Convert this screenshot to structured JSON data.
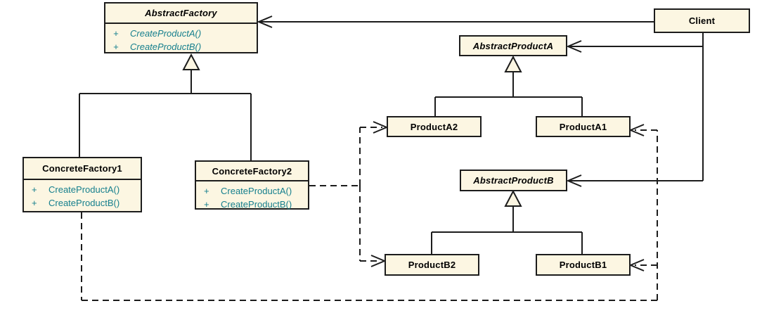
{
  "diagram": {
    "kind": "uml-class-diagram",
    "pattern": "Abstract Factory"
  },
  "colors": {
    "background": "#ffffff",
    "box_fill": "#fcf6e2",
    "box_border": "#1c1c1c",
    "title_text": "#000000",
    "method_text": "#157f8d",
    "line": "#1c1c1c"
  },
  "classes": [
    {
      "name": "AbstractFactory",
      "stereotype": "abstract",
      "methods": [
        {
          "visibility": "+",
          "signature": "CreateProductA()"
        },
        {
          "visibility": "+",
          "signature": "CreateProductB()"
        }
      ]
    },
    {
      "name": "ConcreteFactory1",
      "stereotype": "concrete",
      "methods": [
        {
          "visibility": "+",
          "signature": "CreateProductA()"
        },
        {
          "visibility": "+",
          "signature": "CreateProductB()"
        }
      ]
    },
    {
      "name": "ConcreteFactory2",
      "stereotype": "concrete",
      "methods": [
        {
          "visibility": "+",
          "signature": "CreateProductA()"
        },
        {
          "visibility": "+",
          "signature": "CreateProductB()"
        }
      ]
    },
    {
      "name": "AbstractProductA",
      "stereotype": "abstract",
      "methods": []
    },
    {
      "name": "ProductA2",
      "stereotype": "concrete",
      "methods": []
    },
    {
      "name": "ProductA1",
      "stereotype": "concrete",
      "methods": []
    },
    {
      "name": "AbstractProductB",
      "stereotype": "abstract",
      "methods": []
    },
    {
      "name": "ProductB2",
      "stereotype": "concrete",
      "methods": []
    },
    {
      "name": "ProductB1",
      "stereotype": "concrete",
      "methods": []
    },
    {
      "name": "Client",
      "stereotype": "concrete",
      "methods": []
    }
  ],
  "relationships": [
    {
      "from": "Client",
      "to": "AbstractFactory",
      "type": "association",
      "arrow": "open",
      "style": "solid"
    },
    {
      "from": "Client",
      "to": "AbstractProductA",
      "type": "association",
      "arrow": "open",
      "style": "solid"
    },
    {
      "from": "Client",
      "to": "AbstractProductB",
      "type": "association",
      "arrow": "open",
      "style": "solid"
    },
    {
      "from": "ConcreteFactory1",
      "to": "AbstractFactory",
      "type": "generalization",
      "arrow": "hollow-triangle",
      "style": "solid"
    },
    {
      "from": "ConcreteFactory2",
      "to": "AbstractFactory",
      "type": "generalization",
      "arrow": "hollow-triangle",
      "style": "solid"
    },
    {
      "from": "ProductA2",
      "to": "AbstractProductA",
      "type": "generalization",
      "arrow": "hollow-triangle",
      "style": "solid"
    },
    {
      "from": "ProductA1",
      "to": "AbstractProductA",
      "type": "generalization",
      "arrow": "hollow-triangle",
      "style": "solid"
    },
    {
      "from": "ProductB2",
      "to": "AbstractProductB",
      "type": "generalization",
      "arrow": "hollow-triangle",
      "style": "solid"
    },
    {
      "from": "ProductB1",
      "to": "AbstractProductB",
      "type": "generalization",
      "arrow": "hollow-triangle",
      "style": "solid"
    },
    {
      "from": "ConcreteFactory2",
      "to": "ProductA2",
      "type": "dependency",
      "arrow": "open",
      "style": "dashed"
    },
    {
      "from": "ConcreteFactory2",
      "to": "ProductB2",
      "type": "dependency",
      "arrow": "open",
      "style": "dashed"
    },
    {
      "from": "ConcreteFactory1",
      "to": "ProductA1",
      "type": "dependency",
      "arrow": "open",
      "style": "dashed"
    },
    {
      "from": "ConcreteFactory1",
      "to": "ProductB1",
      "type": "dependency",
      "arrow": "open",
      "style": "dashed"
    }
  ]
}
